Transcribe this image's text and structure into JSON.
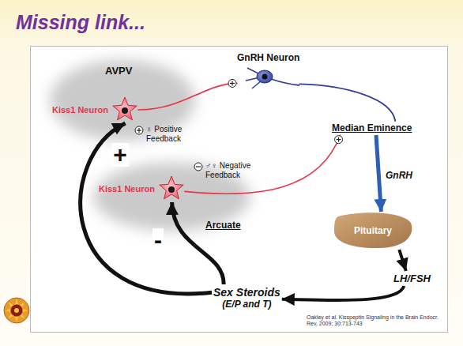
{
  "diagram": {
    "title": "Missing link...",
    "nodes": [
      {
        "text": [
          "AVPV"
        ]
      },
      {
        "text": [
          "Kiss1 Neuron"
        ],
        "in": 0
      },
      {
        "text": [
          "GnRH Neuron"
        ]
      },
      {
        "text": [
          "Median Eminence"
        ]
      },
      {
        "text": [
          "Arcuate"
        ]
      },
      {
        "text": [
          "Kiss1 Neuron"
        ],
        "in": 4
      },
      {
        "text": [
          "Pituitary"
        ]
      },
      {
        "text": [
          "LH/FSH"
        ]
      },
      {
        "text": [
          "Sex Steroids",
          "(E/P and T)"
        ]
      }
    ],
    "edges": [
      {
        "from": 1,
        "to": 2,
        "arrow": "none"
      },
      {
        "from": 2,
        "to": 3,
        "arrow": "none"
      },
      {
        "from": 5,
        "to": 3,
        "arrow": "none"
      },
      {
        "from": 3,
        "to": 6,
        "label": "GnRH",
        "arrow": "to"
      },
      {
        "from": 6,
        "to": 7,
        "arrow": "to"
      },
      {
        "from": 7,
        "to": 8,
        "arrow": "to"
      },
      {
        "from": 8,
        "to": 1,
        "label": "+",
        "arrow": "to"
      },
      {
        "from": 8,
        "to": 5,
        "label": "-",
        "arrow": "to"
      }
    ],
    "labels": [
      "♀ Positive Feedback",
      "♂♀ Negative Feedback",
      "Oakley et al. Kisspeptin Signaling in the Brain Endocr. Rev. 2009; 30:713-743"
    ]
  }
}
